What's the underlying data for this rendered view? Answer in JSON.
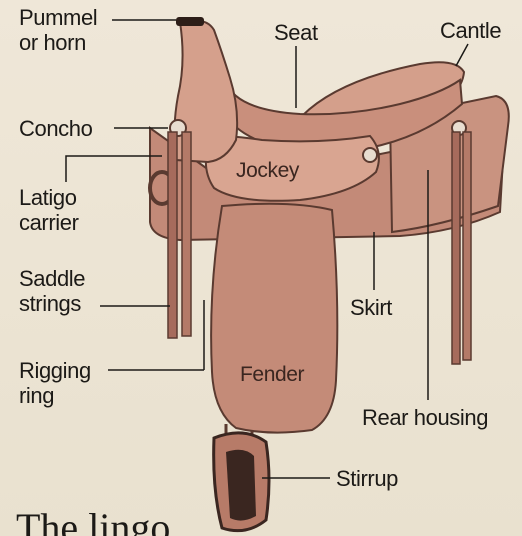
{
  "diagram": {
    "labels": {
      "pummel": [
        "Pummel",
        "or horn"
      ],
      "seat": "Seat",
      "cantle": "Cantle",
      "concho": "Concho",
      "jockey": "Jockey",
      "latigo_carrier": [
        "Latigo",
        "carrier"
      ],
      "saddle_strings": [
        "Saddle",
        "strings"
      ],
      "skirt": "Skirt",
      "rigging_ring": [
        "Rigging",
        "ring"
      ],
      "fender": "Fender",
      "rear_housing": "Rear housing",
      "stirrup": "Stirrup"
    },
    "caption": "The lingo",
    "colors": {
      "background": "#eee6d6",
      "leather": "#c98f7c",
      "leather_dark": "#a86a5c",
      "leather_light": "#dca693",
      "outline": "#5a3a30",
      "leader_line": "#1c1a17"
    }
  }
}
